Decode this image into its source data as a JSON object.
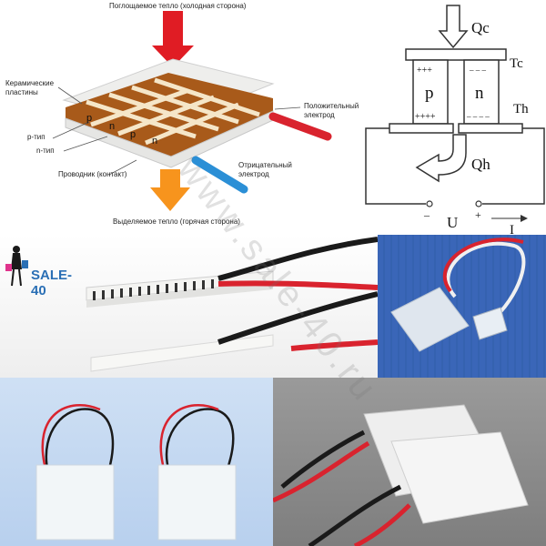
{
  "diagram": {
    "top_label": "Поглощаемое тепло (холодная сторона)",
    "ceramic_label_line1": "Керамические",
    "ceramic_label_line2": "пластины",
    "p_type_label": "р-тип",
    "n_type_label": "n-тип",
    "conductor_label": "Проводник (контакт)",
    "positive_label_line1": "Положительный",
    "positive_label_line2": "электрод",
    "negative_label_line1": "Отрицательный",
    "negative_label_line2": "электрод",
    "bottom_label": "Выделяемое тепло (горячая сторона)",
    "element_letters": [
      "p",
      "n",
      "p",
      "n"
    ]
  },
  "schematic": {
    "qc": "Qc",
    "tc": "Tc",
    "th": "Th",
    "qh": "Qh",
    "p_label": "p",
    "n_label": "n",
    "plus_top": "+++",
    "plus_bottom": "++++",
    "minus_top": "– – –",
    "minus_bottom": "– – – –",
    "minus_terminal": "–",
    "plus_terminal": "+",
    "voltage": "U",
    "current": "I"
  },
  "store": {
    "name": "SALE-40"
  },
  "watermark": "www.sale-40.ru",
  "colors": {
    "ceramic": "#f2f2f0",
    "copper": "#b5651d",
    "cold_arrow": "#e01c24",
    "hot_arrow": "#f7941d",
    "positive_wire": "#d9232e",
    "negative_wire": "#2b8fd6",
    "brand_blue": "#2a6fb5",
    "backdrop_blue": "#3a66b8",
    "backdrop_grey": "#8c8c8c"
  }
}
